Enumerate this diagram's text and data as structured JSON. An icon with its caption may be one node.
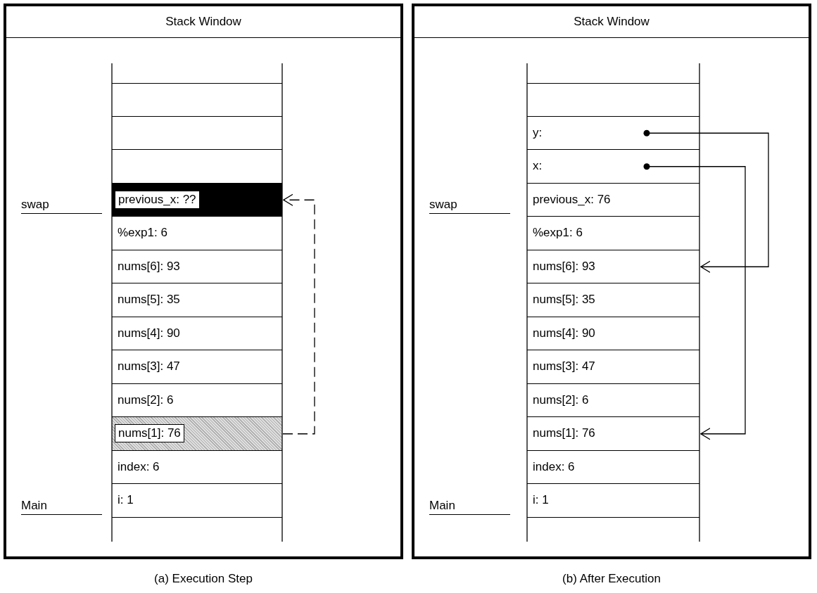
{
  "diagram": {
    "nodes": [
      {
        "text": [
          "Stack Window"
        ],
        "beside": [
          "(a) Execution Step"
        ]
      },
      {
        "text": [],
        "shape": "box",
        "in": 0
      },
      {
        "text": [],
        "shape": "box",
        "in": 0
      },
      {
        "text": [],
        "shape": "box",
        "in": 0
      },
      {
        "text": [
          "previous_x: ??"
        ],
        "in": 0
      },
      {
        "text": [
          "%exp1: 6"
        ],
        "in": 0
      },
      {
        "text": [
          "nums[6]: 93"
        ],
        "in": 0
      },
      {
        "text": [
          "nums[5]: 35"
        ],
        "in": 0
      },
      {
        "text": [
          "nums[4]: 90"
        ],
        "in": 0
      },
      {
        "text": [
          "nums[3]: 47"
        ],
        "in": 0
      },
      {
        "text": [
          "nums[2]: 6"
        ],
        "in": 0
      },
      {
        "text": [
          "nums[1]: 76"
        ],
        "in": 0
      },
      {
        "text": [
          "index: 6"
        ],
        "in": 0
      },
      {
        "text": [
          "i: 1"
        ],
        "in": 0
      },
      {
        "text": [
          "Stack Window"
        ],
        "beside": [
          "(b) After Execution"
        ]
      },
      {
        "text": [],
        "shape": "box",
        "in": 14
      },
      {
        "text": [
          "y:"
        ],
        "in": 14
      },
      {
        "text": [
          "x:"
        ],
        "in": 14
      },
      {
        "text": [
          "previous_x: 76"
        ],
        "in": 14
      },
      {
        "text": [
          "%exp1: 6"
        ],
        "in": 14
      },
      {
        "text": [
          "nums[6]: 93"
        ],
        "in": 14
      },
      {
        "text": [
          "nums[5]: 35"
        ],
        "in": 14
      },
      {
        "text": [
          "nums[4]: 90"
        ],
        "in": 14
      },
      {
        "text": [
          "nums[3]: 47"
        ],
        "in": 14
      },
      {
        "text": [
          "nums[2]: 6"
        ],
        "in": 14
      },
      {
        "text": [
          "nums[1]: 76"
        ],
        "in": 14
      },
      {
        "text": [
          "index: 6"
        ],
        "in": 14
      },
      {
        "text": [
          "i: 1"
        ],
        "in": 14
      }
    ],
    "edges": [
      {
        "from": 11,
        "to": 4,
        "arrow": "to",
        "style": "dashed"
      },
      {
        "from": 16,
        "to": 20,
        "arrow": "to"
      },
      {
        "from": 17,
        "to": 25,
        "arrow": "to"
      }
    ],
    "labels": [
      "swap",
      "Main",
      "swap",
      "Main"
    ]
  }
}
